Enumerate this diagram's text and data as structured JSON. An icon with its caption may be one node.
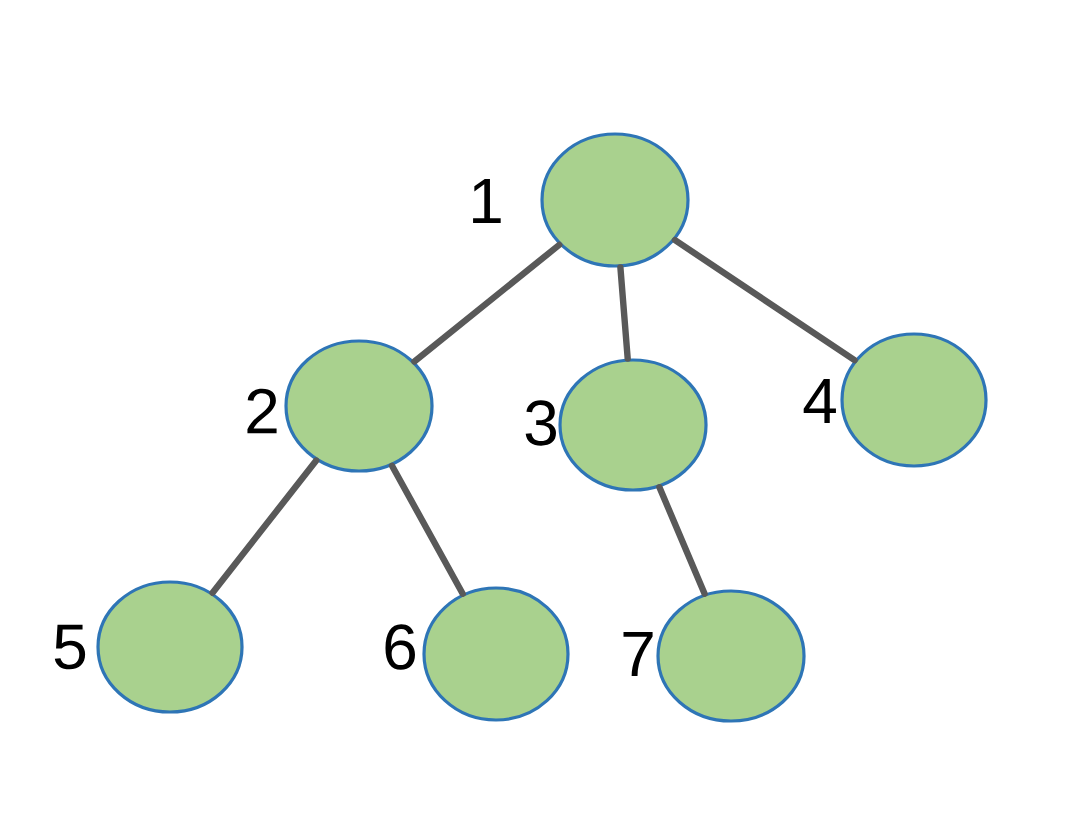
{
  "diagram": {
    "nodes": [
      {
        "text": [],
        "shape": "circle",
        "beside": [
          "1"
        ]
      },
      {
        "text": [],
        "shape": "circle",
        "beside": [
          "2"
        ]
      },
      {
        "text": [],
        "shape": "circle",
        "beside": [
          "3"
        ]
      },
      {
        "text": [],
        "shape": "circle",
        "beside": [
          "4"
        ]
      },
      {
        "text": [],
        "shape": "circle",
        "beside": [
          "5"
        ]
      },
      {
        "text": [],
        "shape": "circle",
        "beside": [
          "6"
        ]
      },
      {
        "text": [],
        "shape": "circle",
        "beside": [
          "7"
        ]
      }
    ],
    "edges": [
      {
        "from": 0,
        "to": 1,
        "arrow": "none"
      },
      {
        "from": 0,
        "to": 2,
        "arrow": "none"
      },
      {
        "from": 0,
        "to": 3,
        "arrow": "none"
      },
      {
        "from": 1,
        "to": 4,
        "arrow": "none"
      },
      {
        "from": 1,
        "to": 5,
        "arrow": "none"
      },
      {
        "from": 2,
        "to": 6,
        "arrow": "none"
      }
    ]
  }
}
